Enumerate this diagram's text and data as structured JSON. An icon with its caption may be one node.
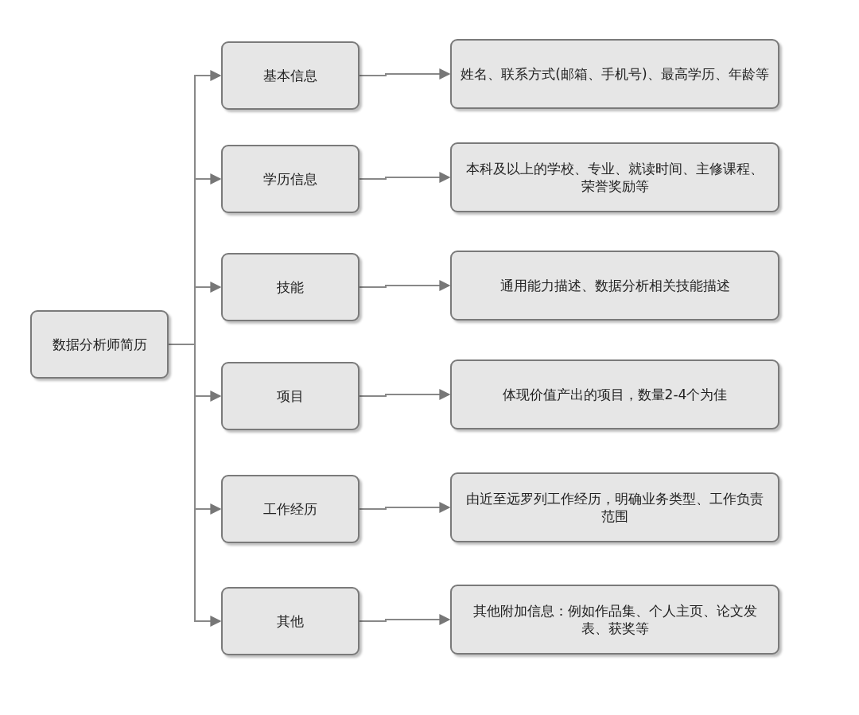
{
  "diagram": {
    "nodes": [
      {
        "text": [
          "数据分析师简历"
        ]
      },
      {
        "text": [
          "基本信息"
        ]
      },
      {
        "text": [
          "学历信息"
        ]
      },
      {
        "text": [
          "技能"
        ]
      },
      {
        "text": [
          "项目"
        ]
      },
      {
        "text": [
          "工作经历"
        ]
      },
      {
        "text": [
          "其他"
        ]
      },
      {
        "text": [
          "姓名、联系方式(邮箱、手机号)、最高学历、年龄等"
        ]
      },
      {
        "text": [
          "本科及以上的学校、专业、就读时间、主修课程、荣誉奖励等"
        ]
      },
      {
        "text": [
          "通用能力描述、数据分析相关技能描述"
        ]
      },
      {
        "text": [
          "体现价值产出的项目，数量2-4个为佳"
        ]
      },
      {
        "text": [
          "由近至远罗列工作经历，明确业务类型、工作负责范围"
        ]
      },
      {
        "text": [
          "其他附加信息：例如作品集、个人主页、论文发表、获奖等"
        ]
      }
    ],
    "edges": [
      {
        "from": 0,
        "to": 1,
        "arrow": "to"
      },
      {
        "from": 0,
        "to": 2,
        "arrow": "to"
      },
      {
        "from": 0,
        "to": 3,
        "arrow": "to"
      },
      {
        "from": 0,
        "to": 4,
        "arrow": "to"
      },
      {
        "from": 0,
        "to": 5,
        "arrow": "to"
      },
      {
        "from": 0,
        "to": 6,
        "arrow": "to"
      },
      {
        "from": 1,
        "to": 7,
        "arrow": "to"
      },
      {
        "from": 2,
        "to": 8,
        "arrow": "to"
      },
      {
        "from": 3,
        "to": 9,
        "arrow": "to"
      },
      {
        "from": 4,
        "to": 10,
        "arrow": "to"
      },
      {
        "from": 5,
        "to": 11,
        "arrow": "to"
      },
      {
        "from": 6,
        "to": 12,
        "arrow": "to"
      }
    ]
  }
}
